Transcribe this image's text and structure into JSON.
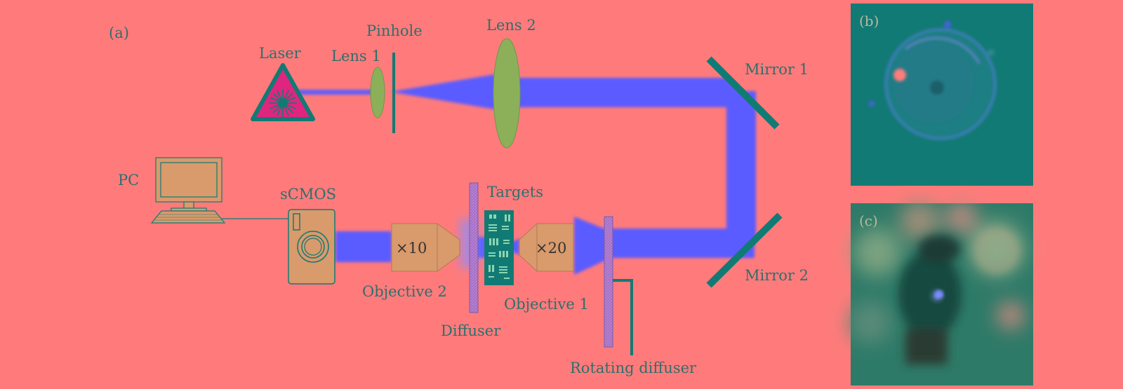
{
  "panels": {
    "a": "(a)",
    "b": "(b)",
    "c": "(c)"
  },
  "components": {
    "laser": "Laser",
    "lens1": "Lens 1",
    "pinhole": "Pinhole",
    "lens2": "Lens 2",
    "mirror1": "Mirror 1",
    "mirror2": "Mirror 2",
    "pc": "PC",
    "scmos": "sCMOS",
    "targets": "Targets",
    "objective2": "Objective 2",
    "objective1": "Objective 1",
    "diffuser": "Diffuser",
    "rotating_diffuser": "Rotating diffuser"
  },
  "magnifications": {
    "objective2": "×10",
    "objective1": "×20"
  },
  "colors": {
    "background": "#ff7b7b",
    "beam": "#5a5cff",
    "teal": "#127a74",
    "lens": "#8cb05a",
    "device": "#d99a6c",
    "laser_fill": "#e0257f",
    "diffuser": "#9b6fd0"
  }
}
